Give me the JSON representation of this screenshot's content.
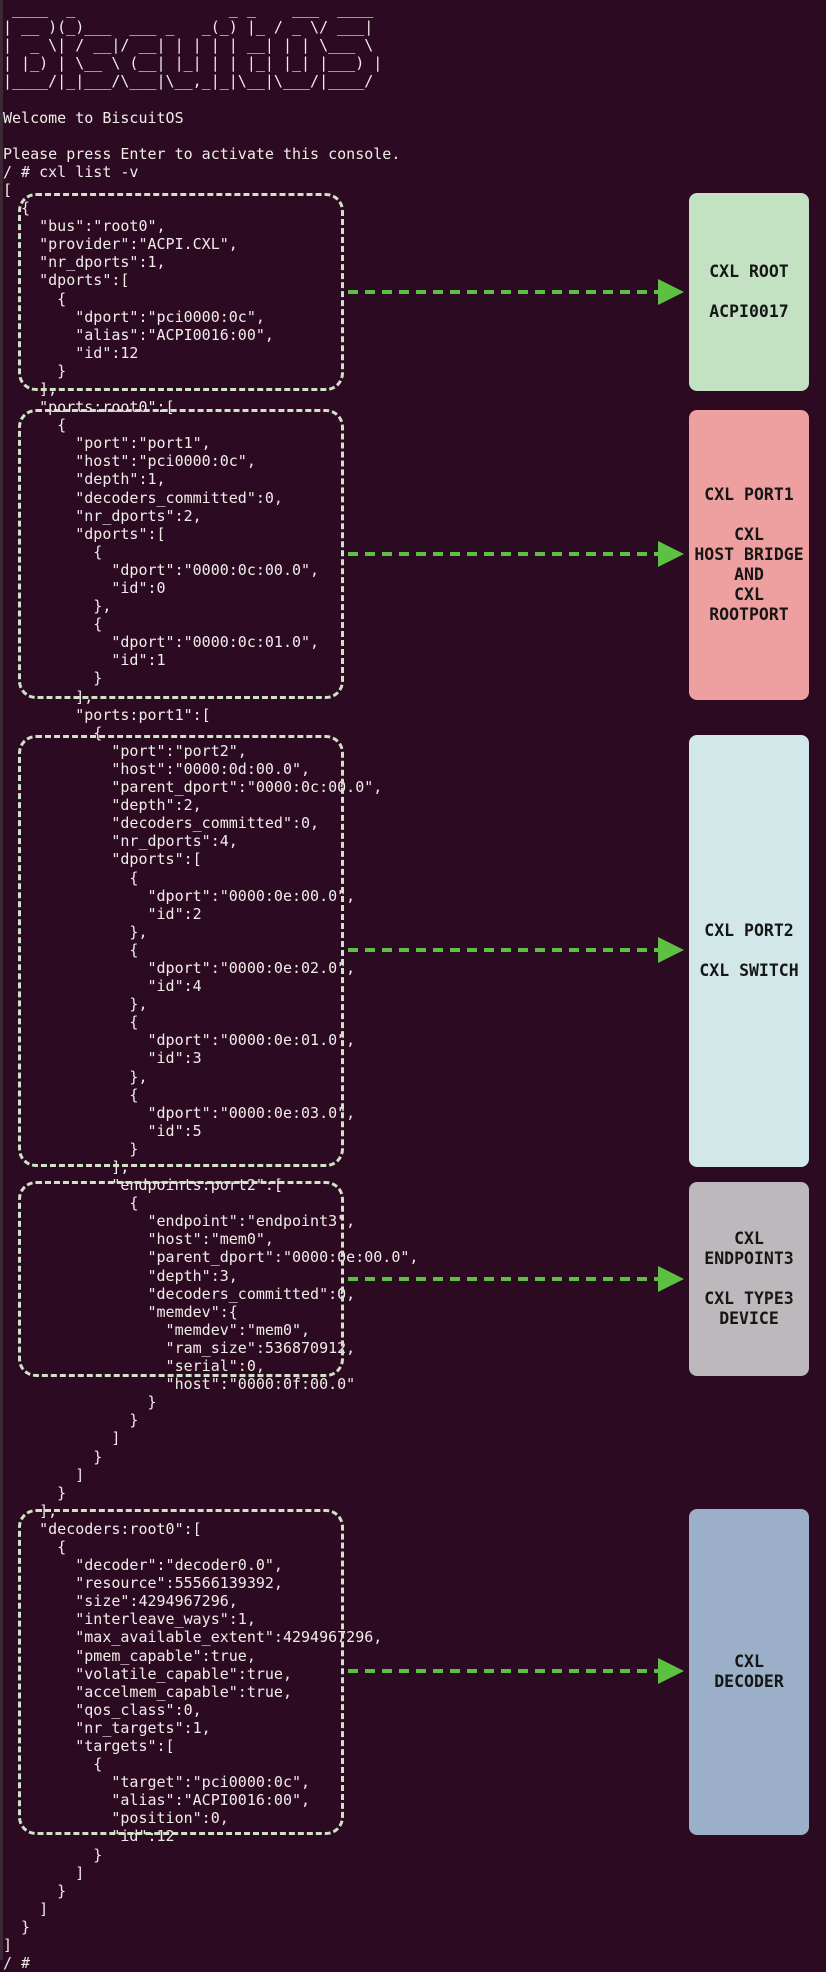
{
  "terminal": {
    "lines": [
      " ____  _                 _ _    ___  ____",
      "| __ )(_)___  ___ _   _(_) |_ / _ \\/ ___|",
      "|  _ \\| / __|/ __| | | | | __| | | \\___ \\",
      "| |_) | \\__ \\ (__| |_| | | |_| |_| |___) |",
      "|____/|_|___/\\___|\\__,_|_|\\__|\\___/|____/",
      "",
      "Welcome to BiscuitOS",
      "",
      "Please press Enter to activate this console.",
      "/ # cxl list -v",
      "[",
      "  {",
      "    \"bus\":\"root0\",",
      "    \"provider\":\"ACPI.CXL\",",
      "    \"nr_dports\":1,",
      "    \"dports\":[",
      "      {",
      "        \"dport\":\"pci0000:0c\",",
      "        \"alias\":\"ACPI0016:00\",",
      "        \"id\":12",
      "      }",
      "    ],",
      "    \"ports:root0\":[",
      "      {",
      "        \"port\":\"port1\",",
      "        \"host\":\"pci0000:0c\",",
      "        \"depth\":1,",
      "        \"decoders_committed\":0,",
      "        \"nr_dports\":2,",
      "        \"dports\":[",
      "          {",
      "            \"dport\":\"0000:0c:00.0\",",
      "            \"id\":0",
      "          },",
      "          {",
      "            \"dport\":\"0000:0c:01.0\",",
      "            \"id\":1",
      "          }",
      "        ],",
      "        \"ports:port1\":[",
      "          {",
      "            \"port\":\"port2\",",
      "            \"host\":\"0000:0d:00.0\",",
      "            \"parent_dport\":\"0000:0c:00.0\",",
      "            \"depth\":2,",
      "            \"decoders_committed\":0,",
      "            \"nr_dports\":4,",
      "            \"dports\":[",
      "              {",
      "                \"dport\":\"0000:0e:00.0\",",
      "                \"id\":2",
      "              },",
      "              {",
      "                \"dport\":\"0000:0e:02.0\",",
      "                \"id\":4",
      "              },",
      "              {",
      "                \"dport\":\"0000:0e:01.0\",",
      "                \"id\":3",
      "              },",
      "              {",
      "                \"dport\":\"0000:0e:03.0\",",
      "                \"id\":5",
      "              }",
      "            ],",
      "            \"endpoints:port2\":[",
      "              {",
      "                \"endpoint\":\"endpoint3\",",
      "                \"host\":\"mem0\",",
      "                \"parent_dport\":\"0000:0e:00.0\",",
      "                \"depth\":3,",
      "                \"decoders_committed\":0,",
      "                \"memdev\":{",
      "                  \"memdev\":\"mem0\",",
      "                  \"ram_size\":536870912,",
      "                  \"serial\":0,",
      "                  \"host\":\"0000:0f:00.0\"",
      "                }",
      "              }",
      "            ]",
      "          }",
      "        ]",
      "      }",
      "    ],",
      "    \"decoders:root0\":[",
      "      {",
      "        \"decoder\":\"decoder0.0\",",
      "        \"resource\":55566139392,",
      "        \"size\":4294967296,",
      "        \"interleave_ways\":1,",
      "        \"max_available_extent\":4294967296,",
      "        \"pmem_capable\":true,",
      "        \"volatile_capable\":true,",
      "        \"accelmem_capable\":true,",
      "        \"qos_class\":0,",
      "        \"nr_targets\":1,",
      "        \"targets\":[",
      "          {",
      "            \"target\":\"pci0000:0c\",",
      "            \"alias\":\"ACPI0016:00\",",
      "            \"position\":0,",
      "            \"id\":12",
      "          }",
      "        ]",
      "      }",
      "    ]",
      "  }",
      "]",
      "/ #"
    ]
  },
  "cards": [
    {
      "id": "root",
      "color": "#c3e2c2",
      "lines": [
        "CXL ROOT",
        "",
        "ACPI0017"
      ]
    },
    {
      "id": "port1",
      "color": "#ee9f9f",
      "lines": [
        "CXL PORT1",
        "",
        "CXL",
        "HOST BRIDGE",
        "AND",
        "CXL",
        "ROOTPORT"
      ]
    },
    {
      "id": "port2",
      "color": "#d2e8e8",
      "lines": [
        "CXL PORT2",
        "",
        "CXL SWITCH"
      ]
    },
    {
      "id": "endpoint",
      "color": "#bcb8bc",
      "lines": [
        "CXL",
        "ENDPOINT3",
        "",
        "CXL TYPE3",
        "DEVICE"
      ]
    },
    {
      "id": "decoder",
      "color": "#9bb0c8",
      "lines": [
        "CXL",
        "DECODER"
      ]
    }
  ],
  "colors": {
    "background": "#2c0a22",
    "text": "#f0ede8",
    "dashed_box": "#cfe2c8",
    "arrow": "#5cc040"
  }
}
